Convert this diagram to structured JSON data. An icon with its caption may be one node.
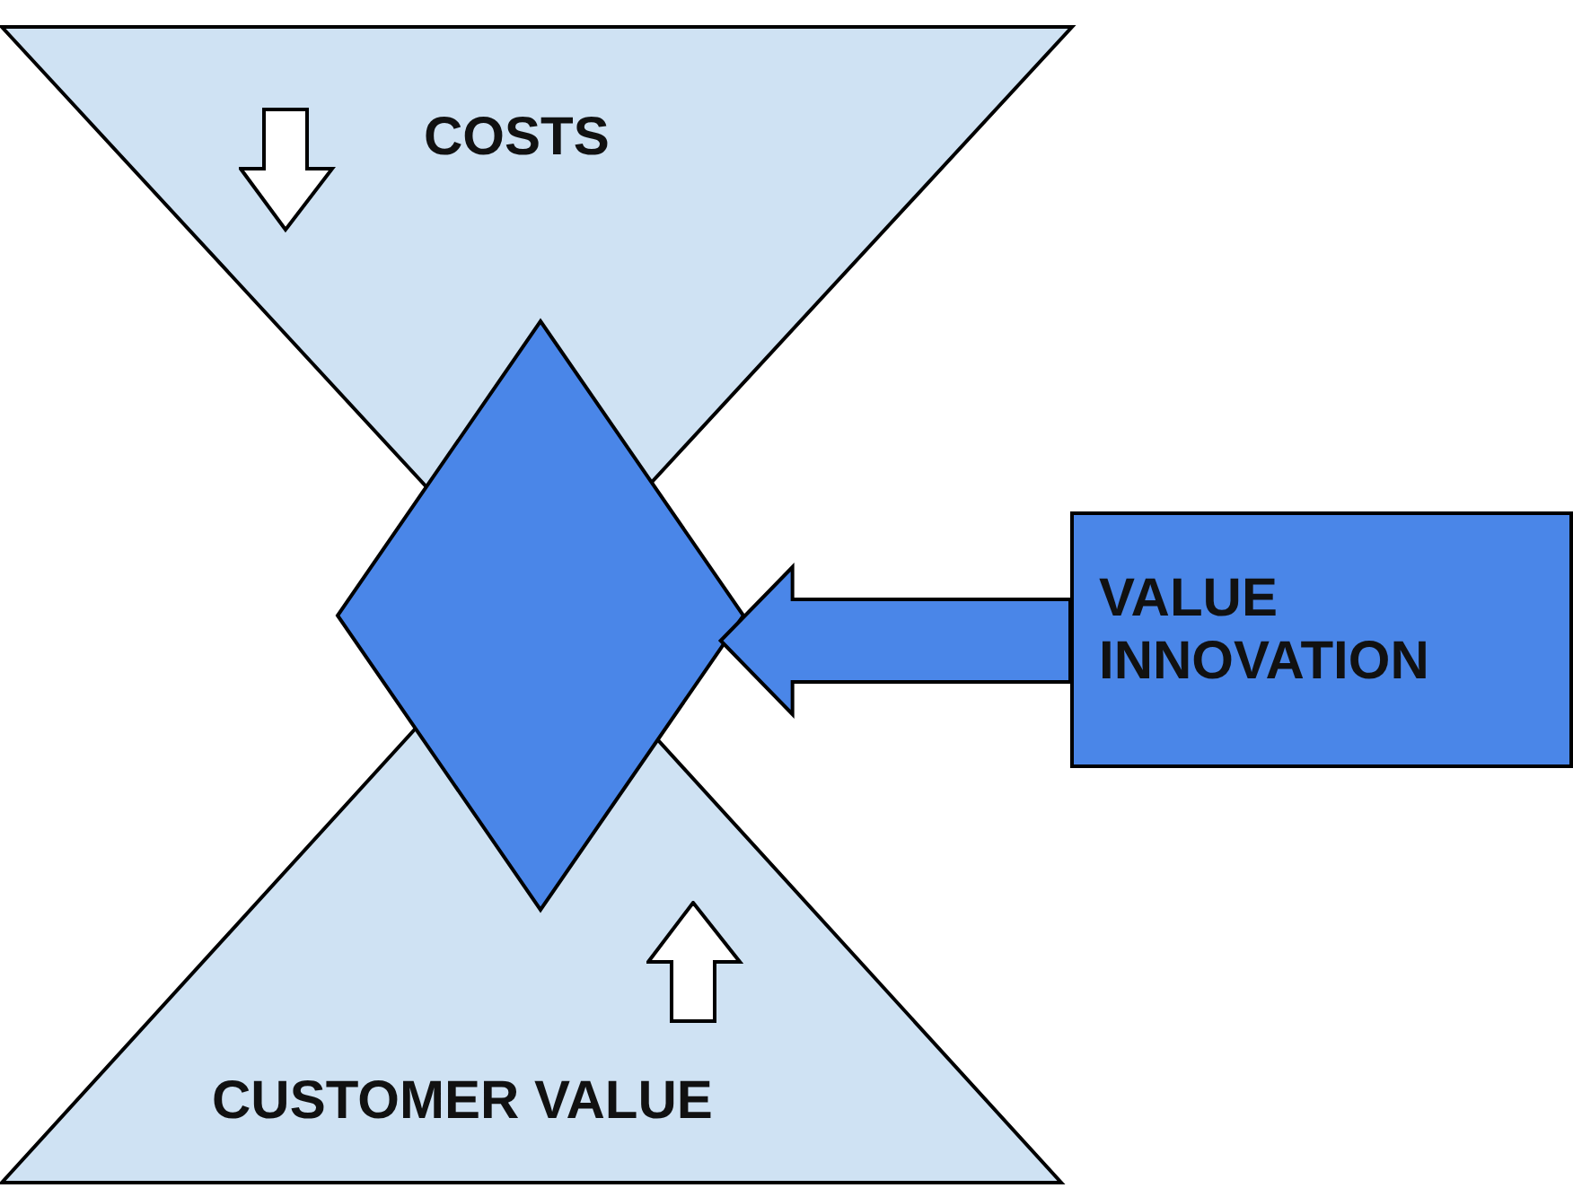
{
  "diagram": {
    "nodes": [
      {
        "text": [
          "COSTS"
        ]
      },
      {
        "text": [],
        "shape": "diamond"
      },
      {
        "text": [
          "CUSTOMER VALUE"
        ]
      },
      {
        "text": [
          "VALUE INNOVATION"
        ]
      }
    ],
    "edges": [
      {
        "from": 3,
        "to": 1,
        "arrow": "to"
      }
    ]
  }
}
